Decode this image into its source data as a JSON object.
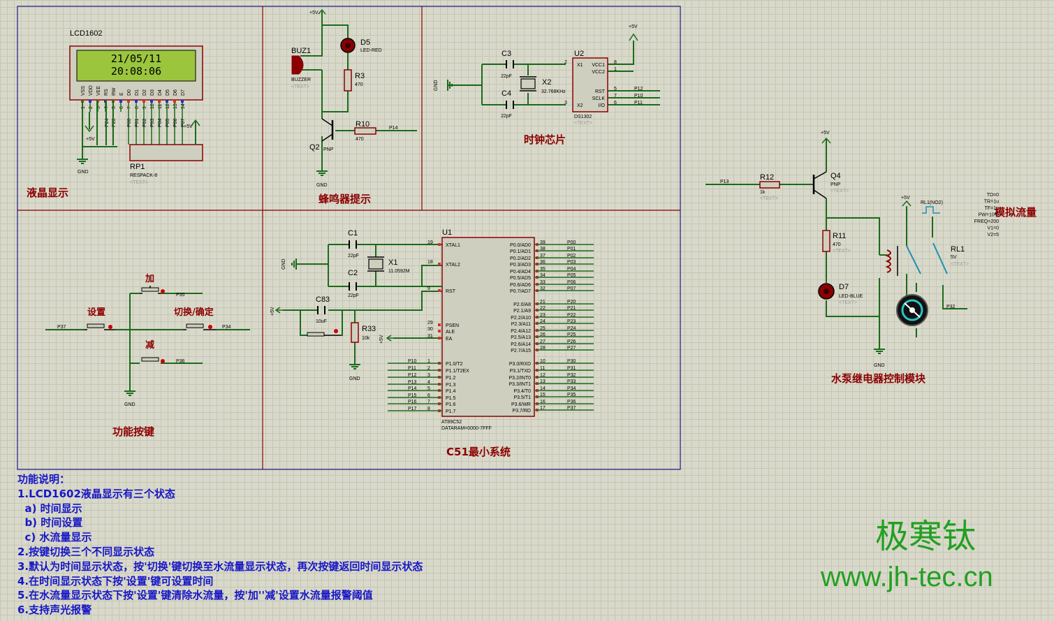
{
  "sections": {
    "lcd": "液晶显示",
    "buzzer": "蜂鸣器提示",
    "clock": "时钟芯片",
    "keys": "功能按键",
    "mcu": "C51最小系统",
    "pump": "水泵继电器控制模块",
    "flow": "模拟流量"
  },
  "lcd": {
    "ref": "LCD1602",
    "line1": "21/05/11",
    "line2": "20:08:06",
    "pins": [
      "VSS",
      "VDD",
      "VEE",
      "RS",
      "RW",
      "E",
      "D0",
      "D1",
      "D2",
      "D3",
      "D4",
      "D5",
      "D6",
      "D7"
    ],
    "pinnums": [
      "1",
      "2",
      "3",
      "4",
      "5",
      "6",
      "7",
      "8",
      "9",
      "10",
      "11",
      "12",
      "13",
      "14"
    ],
    "netlabels": [
      "P24",
      "P26",
      "P00",
      "P01",
      "P02",
      "P03",
      "P04",
      "P05",
      "P06",
      "P07"
    ]
  },
  "rp1": {
    "ref": "RP1",
    "val": "RESPACK-8"
  },
  "power": {
    "vcc": "+5V",
    "gnd": "GND"
  },
  "text_placeholder": "<TEXT>",
  "buzzer": {
    "ref": "BUZ1",
    "val": "BUZZER",
    "d5": "D5",
    "d5v": "LED-RED",
    "r3": "R3",
    "r3v": "470",
    "r10": "R10",
    "r10v": "470",
    "q2": "Q2",
    "q2v": "PNP",
    "net": "P14"
  },
  "clock": {
    "c3": "C3",
    "c3v": "22pF",
    "c4": "C4",
    "c4v": "22pF",
    "x2": "X2",
    "x2v": "32.768KHz",
    "u2": "U2",
    "u2v": "DS1302",
    "pins_left": [
      "X1",
      "X2"
    ],
    "pins_right": [
      "VCC1",
      "VCC2",
      "RST",
      "SCLK",
      "I/O"
    ],
    "nums_left": [
      "2",
      "3"
    ],
    "nums_right": [
      "8",
      "1",
      "5",
      "7",
      "6"
    ],
    "nets": [
      "P12",
      "P10",
      "P11"
    ]
  },
  "keys": {
    "add": "加",
    "set": "设置",
    "switch": "切换/确定",
    "sub": "减",
    "p35": "P35",
    "p37": "P37",
    "p34": "P34",
    "p36": "P36"
  },
  "mcu": {
    "u1": "U1",
    "u1v": "AT89C52",
    "u1v2": "DATARAM=0000-7FFF",
    "c1": "C1",
    "c1v": "22pF",
    "c2": "C2",
    "c2v": "22pF",
    "x1": "X1",
    "x1v": "11.0592M",
    "c83": "C83",
    "c83v": "10uF",
    "r33": "R33",
    "r33v": "10k",
    "left_pins": [
      "XTAL1",
      "XTAL2",
      "RST",
      "PSEN",
      "ALE",
      "EA",
      "P1.0/T2",
      "P1.1/T2EX",
      "P1.2",
      "P1.3",
      "P1.4",
      "P1.5",
      "P1.6",
      "P1.7"
    ],
    "left_nums": [
      "19",
      "18",
      "9",
      "29",
      "30",
      "31",
      "1",
      "2",
      "3",
      "4",
      "5",
      "6",
      "7",
      "8"
    ],
    "left_nets": [
      "P10",
      "P11",
      "P12",
      "P13",
      "P14",
      "P15",
      "P16",
      "P17"
    ],
    "right_pins": [
      "P0.0/AD0",
      "P0.1/AD1",
      "P0.2/AD2",
      "P0.3/AD3",
      "P0.4/AD4",
      "P0.5/AD5",
      "P0.6/AD6",
      "P0.7/AD7",
      "P2.0/A8",
      "P2.1/A9",
      "P2.2/A10",
      "P2.3/A11",
      "P2.4/A12",
      "P2.5/A13",
      "P2.6/A14",
      "P2.7/A15",
      "P3.0/RXD",
      "P3.1/TXD",
      "P3.2/INT0",
      "P3.3/INT1",
      "P3.4/T0",
      "P3.5/T1",
      "P3.6/WR",
      "P3.7/RD"
    ],
    "right_nums": [
      "39",
      "38",
      "37",
      "36",
      "35",
      "34",
      "33",
      "32",
      "21",
      "22",
      "23",
      "24",
      "25",
      "26",
      "27",
      "28",
      "10",
      "11",
      "12",
      "13",
      "14",
      "15",
      "16",
      "17"
    ],
    "right_nets": [
      "P00",
      "P01",
      "P02",
      "P03",
      "P04",
      "P05",
      "P06",
      "P07",
      "P20",
      "P21",
      "P22",
      "P23",
      "P24",
      "P25",
      "P26",
      "P27",
      "P30",
      "P31",
      "P32",
      "P33",
      "P34",
      "P35",
      "P36",
      "P37"
    ]
  },
  "pump": {
    "r12": "R12",
    "r12v": "1k",
    "q4": "Q4",
    "q4v": "PNP",
    "r11": "R11",
    "r11v": "470",
    "d7": "D7",
    "d7v": "LED-BLUE",
    "rl1": "RL1",
    "rl1v": "5V",
    "rl1src": "RL1(NO2)",
    "p13": "P13",
    "p32": "P32",
    "params": [
      "TD=0",
      "TR=1u",
      "TF=1u",
      "PW=10%",
      "FREQ=200",
      "V1=0",
      "V2=5"
    ]
  },
  "notes": [
    "功能说明：",
    "1.LCD1602液晶显示有三个状态",
    "  a) 时间显示",
    "  b) 时间设置",
    "  c) 水流量显示",
    "2.按键切换三个不同显示状态",
    "3.默认为时间显示状态，按'切换'键切换至水流量显示状态，再次按键返回时间显示状态",
    "4.在时间显示状态下按'设置'键可设置时间",
    "5.在水流量显示状态下按'设置'键清除水流量，按'加''减'设置水流量报警阈值",
    "6.支持声光报警"
  ],
  "brand": {
    "name": "极寒钛",
    "url": "www.jh-tec.cn"
  },
  "colors": {
    "wire": "#1a6b1a",
    "body": "#8b0000",
    "frame": "#1a1a8a",
    "lcd_screen": "#9bc53d",
    "notes": "#1616c8",
    "brand": "#22a022"
  }
}
